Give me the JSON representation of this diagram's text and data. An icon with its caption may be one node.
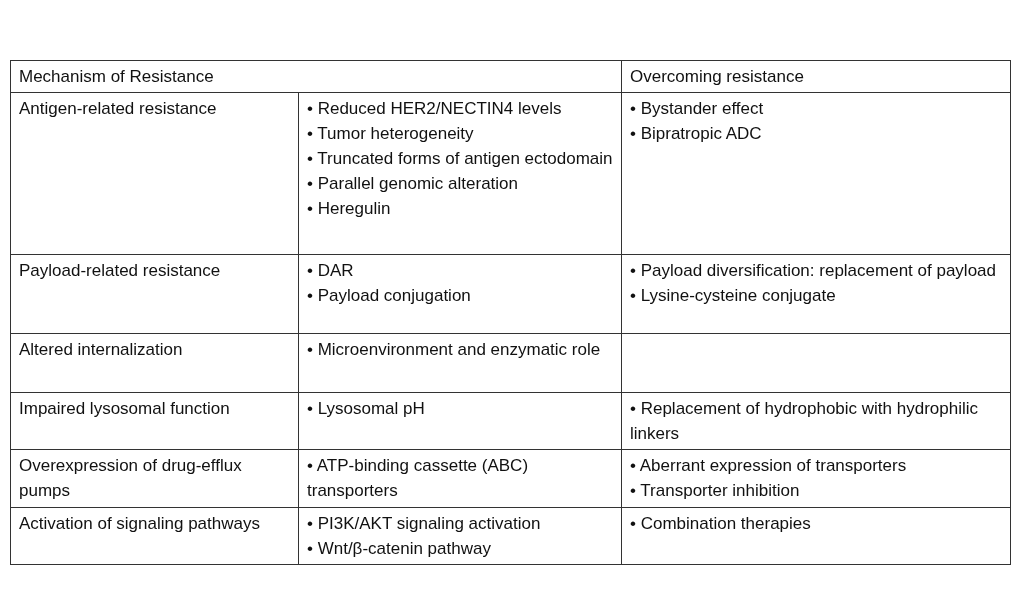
{
  "diagram": {
    "labels": [
      "Mechanism of Resistance",
      "Overcoming resistance",
      "Antigen-related resistance",
      "• Reduced HER2/NECTIN4 levels",
      "• Tumor heterogeneity",
      "• Truncated forms of antigen ectodomain",
      "• Parallel genomic alteration",
      "• Heregulin",
      "• Bystander effect",
      "• Bipratropic ADC",
      "Payload-related resistance",
      "• DAR",
      "• Payload conjugation",
      "• Payload diversification: replacement of payload",
      "• Lysine-cysteine conjugate",
      "Altered internalization",
      "• Microenvironment and enzymatic role",
      "Impaired lysosomal function",
      "• Lysosomal pH",
      "• Replacement of hydrophobic with hydrophilic linkers",
      "Overexpression of drug-efflux pumps",
      "• ATP-binding cassette (ABC) transporters",
      "• Aberrant expression of transporters",
      "• Transporter inhibition",
      "Activation of signaling pathways",
      "• PI3K/AKT signaling activation",
      "• Wnt/β-catenin pathway",
      "• Combination therapies"
    ]
  }
}
